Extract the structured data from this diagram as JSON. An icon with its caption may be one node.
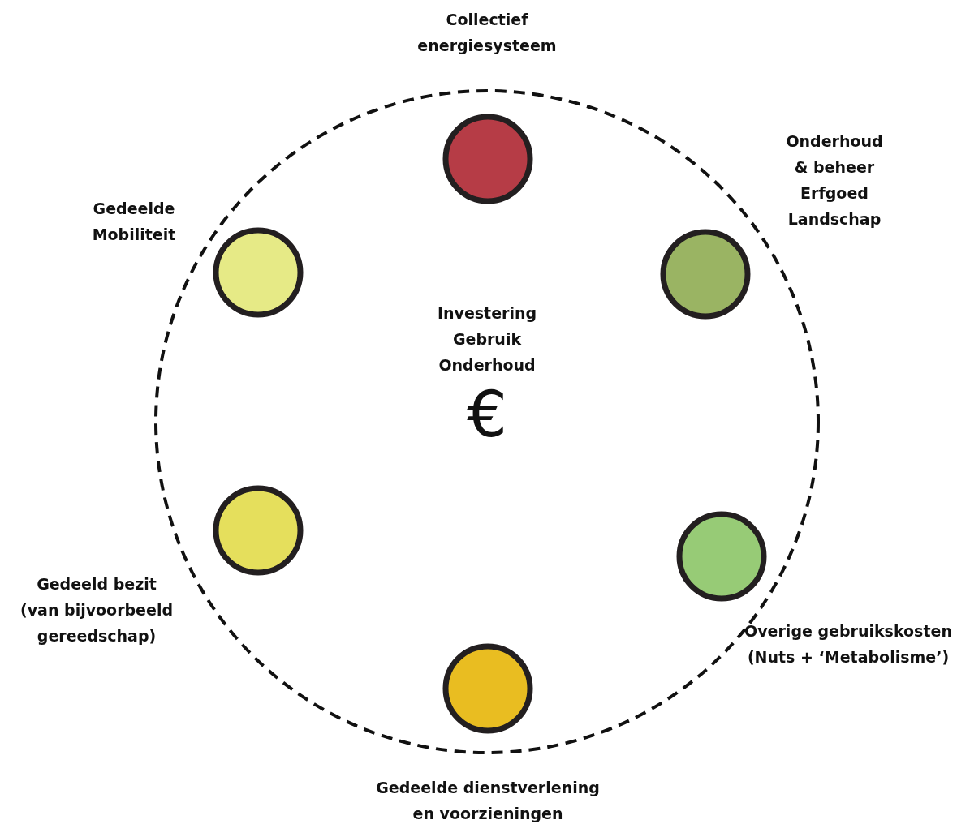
{
  "diagram": {
    "nodes": [
      {
        "text": [
          "Investering Gebruik Onderhoud",
          "€"
        ]
      },
      {
        "text": [],
        "shape": "circle",
        "in": 0
      },
      {
        "text": [],
        "shape": "circle",
        "in": 0,
        "beside": [
          "Gedeelde Mobiliteit"
        ]
      },
      {
        "text": [],
        "shape": "circle",
        "in": 0,
        "beside": [
          "Onderhoud & beheer Erfgoed Landschap"
        ]
      },
      {
        "text": [],
        "shape": "circle",
        "in": 0,
        "beside": [
          "Gedeeld bezit (van bijvoorbeeld gereedschap)"
        ]
      },
      {
        "text": [],
        "shape": "circle",
        "in": 0,
        "beside": [
          "Overige gebruikskosten",
          "(Nuts + ‘Metabolisme’)"
        ]
      },
      {
        "text": [],
        "shape": "circle",
        "in": 0,
        "beside": [
          "Gedeelde dienstverlening en voorzieningen"
        ]
      }
    ],
    "labels": [
      "Collectief energiesysteem"
    ]
  }
}
